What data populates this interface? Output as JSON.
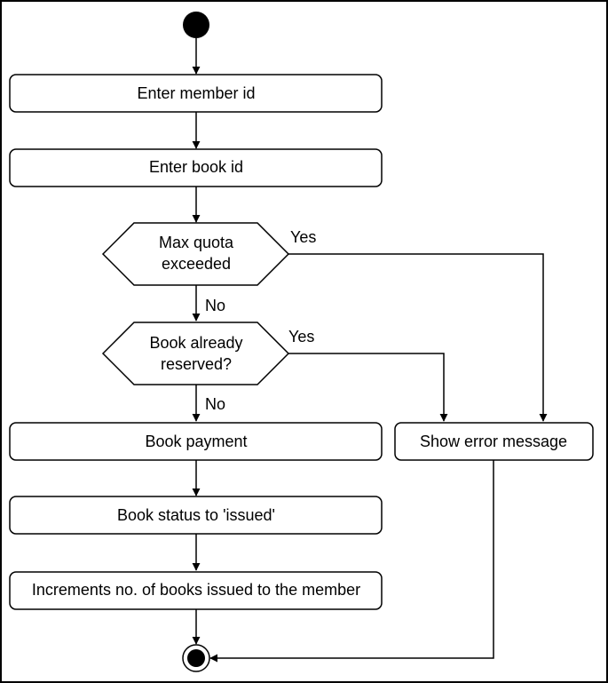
{
  "diagram": {
    "nodes": {
      "enter_member": {
        "label": "Enter member id"
      },
      "enter_book": {
        "label": "Enter book id"
      },
      "max_quota": {
        "label_line1": "Max quota",
        "label_line2": "exceeded"
      },
      "already_reserved": {
        "label_line1": "Book already",
        "label_line2": "reserved?"
      },
      "book_payment": {
        "label": "Book payment"
      },
      "book_status": {
        "label": "Book status to 'issued'"
      },
      "increments": {
        "label": "Increments no. of books issued to the member"
      },
      "show_error": {
        "label": "Show error message"
      }
    },
    "edge_labels": {
      "quota_yes": "Yes",
      "quota_no": "No",
      "reserved_yes": "Yes",
      "reserved_no": "No"
    }
  }
}
